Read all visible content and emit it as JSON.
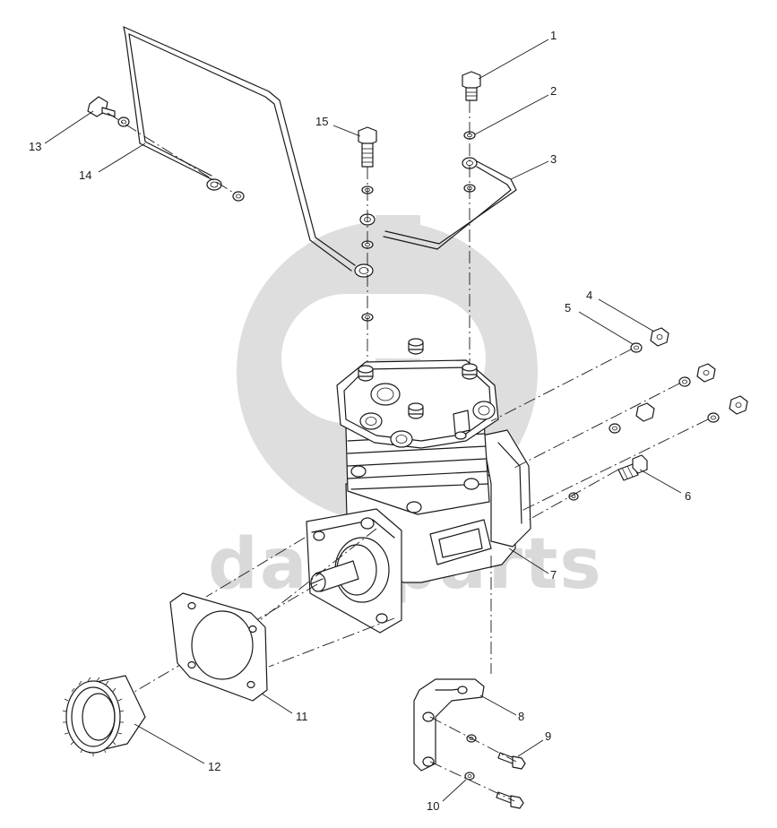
{
  "watermark": {
    "text": "datsparts",
    "color": "#d9d9d9"
  },
  "callouts": [
    "1",
    "2",
    "3",
    "4",
    "5",
    "6",
    "7",
    "8",
    "9",
    "10",
    "11",
    "12",
    "13",
    "14",
    "15"
  ],
  "colors": {
    "line": "#1a1a1a",
    "background": "#ffffff",
    "watermark": "#d9d9d9"
  }
}
